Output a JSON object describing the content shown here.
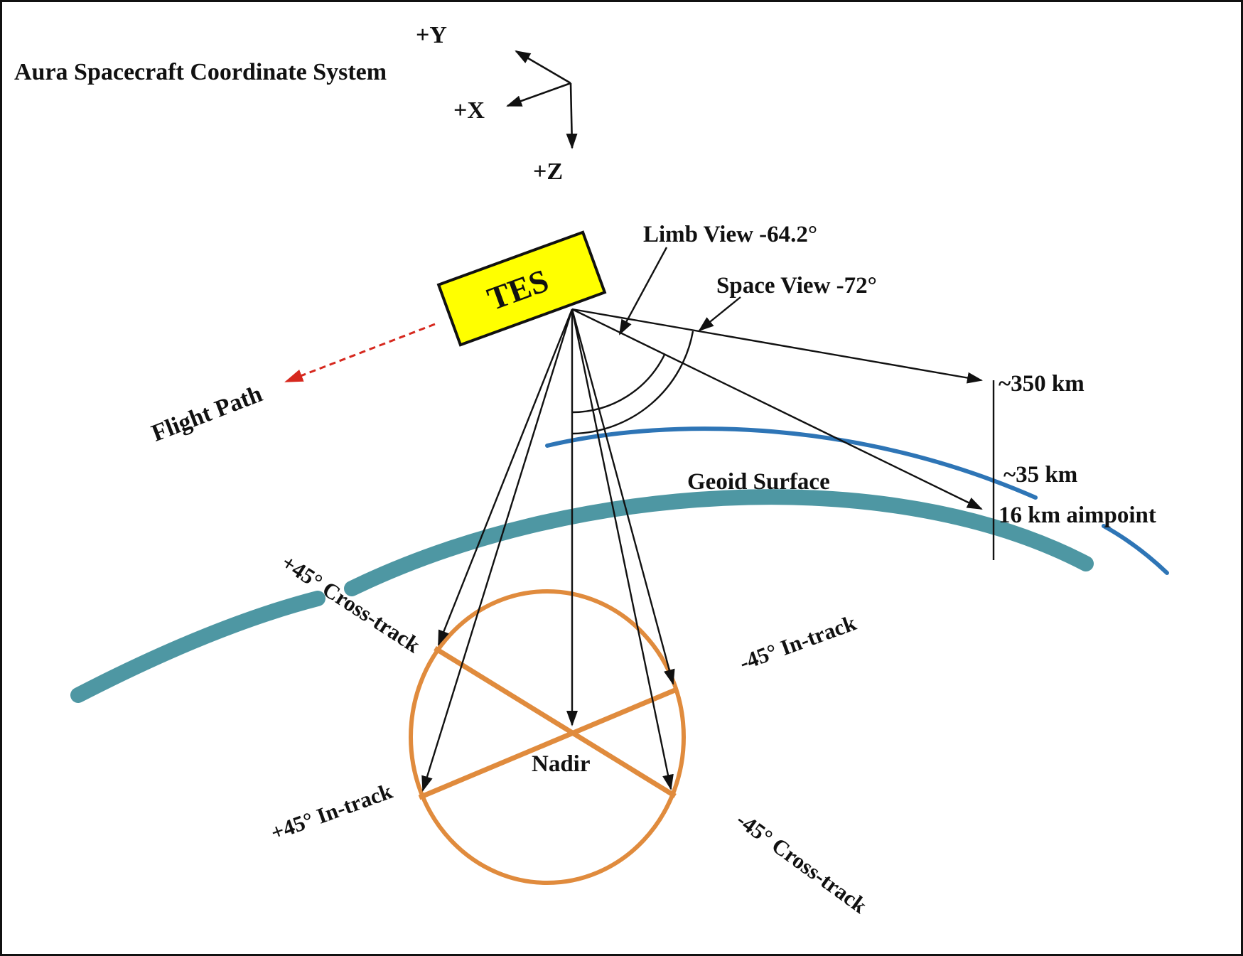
{
  "title": "Aura Spacecraft Coordinate System",
  "axes": {
    "y_label": "+Y",
    "x_label": "+X",
    "z_label": "+Z"
  },
  "instrument_label": "TES",
  "flight_path_label": "Flight Path",
  "views": {
    "limb": "Limb View -64.2°",
    "space": "Space View -72°"
  },
  "altitudes": {
    "tangent_height": "~350 km",
    "atmosphere_top": "~35 km",
    "aimpoint": "16 km aimpoint"
  },
  "surface_label": "Geoid Surface",
  "nadir_label": "Nadir",
  "scan_labels": {
    "plus45_cross_track": "+45° Cross-track",
    "minus45_in_track": "-45° In-track",
    "plus45_in_track": "+45° In-track",
    "minus45_cross_track": "-45° Cross-track"
  },
  "colors": {
    "instrument_fill": "#ffff00",
    "flight_path": "#d6281e",
    "scan_circle": "#e08b3d",
    "geoid_surface": "#4e97a3",
    "atmosphere_limb": "#2e75b6",
    "ink": "#111111"
  }
}
